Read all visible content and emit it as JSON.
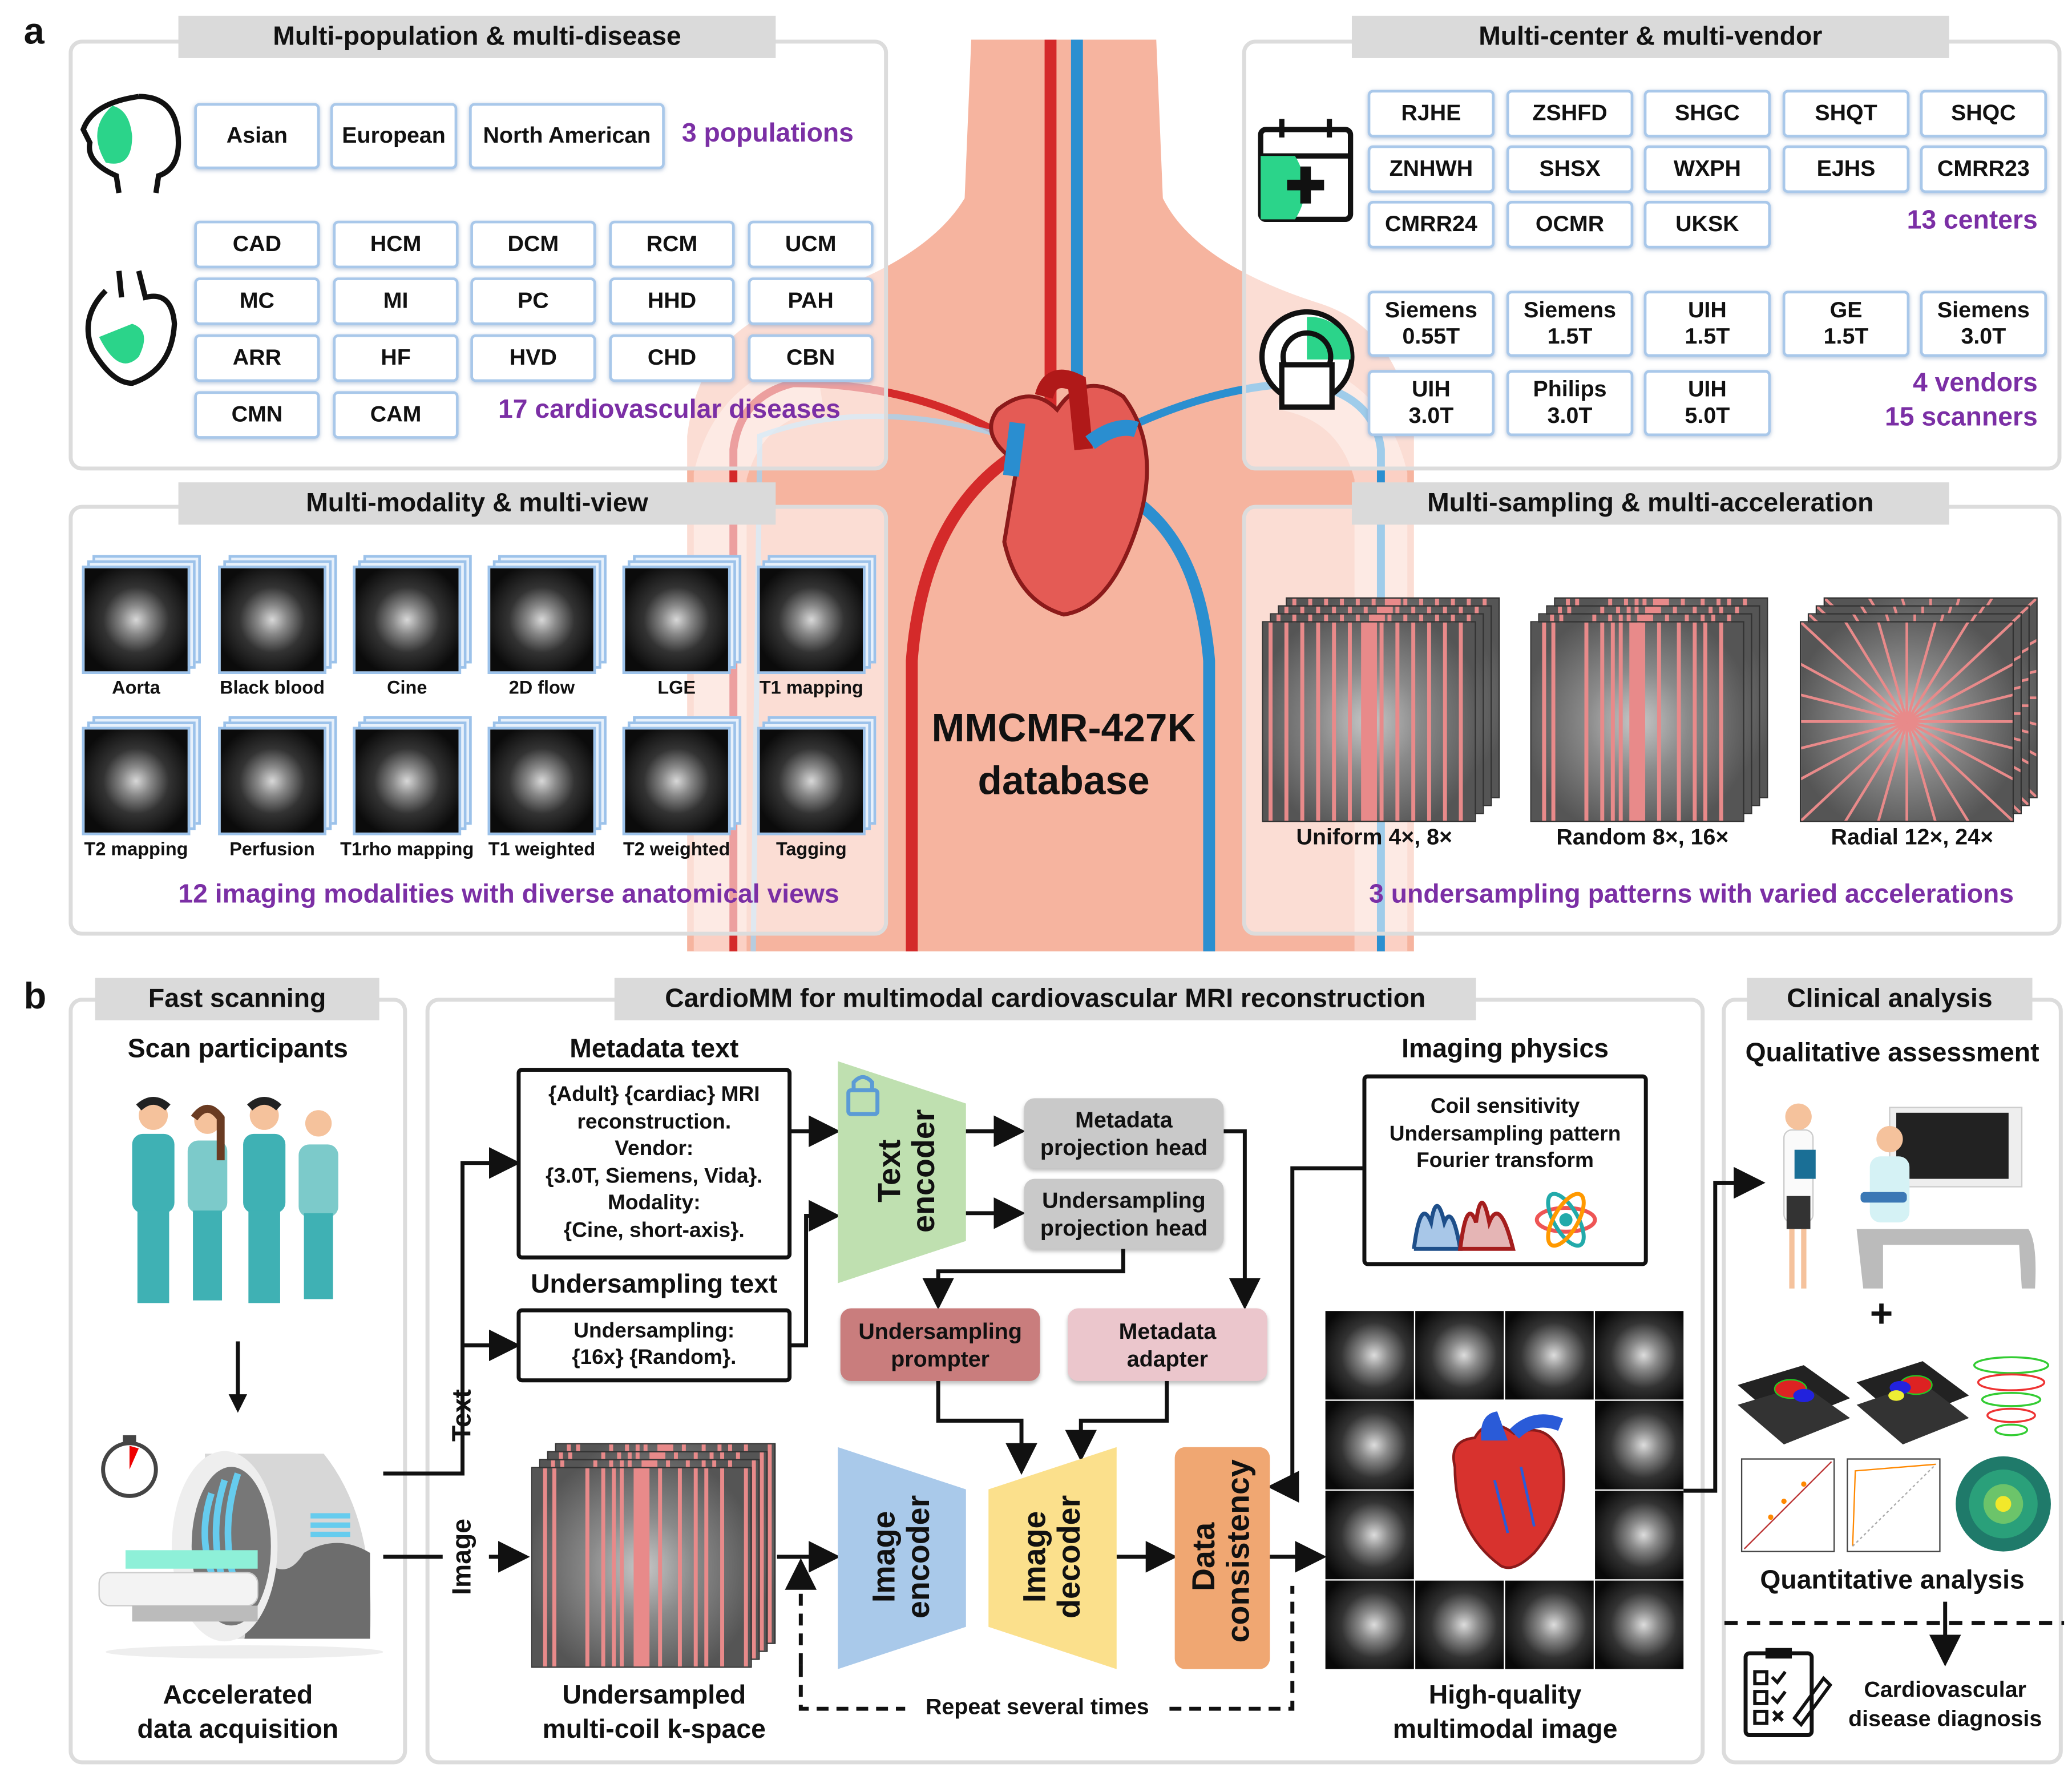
{
  "panel_a": {
    "label": "a",
    "populations": {
      "title": "Multi-population & multi-disease",
      "items": [
        "Asian",
        "European",
        "North American"
      ],
      "summary": "3 populations",
      "diseases": [
        "CAD",
        "HCM",
        "DCM",
        "RCM",
        "UCM",
        "MC",
        "MI",
        "PC",
        "HHD",
        "PAH",
        "ARR",
        "HF",
        "HVD",
        "CHD",
        "CBN",
        "CMN",
        "CAM"
      ],
      "disease_summary": "17 cardiovascular diseases"
    },
    "centers": {
      "title": "Multi-center & multi-vendor",
      "items": [
        "RJHE",
        "ZSHFD",
        "SHGC",
        "SHQT",
        "SHQC",
        "ZNHWH",
        "SHSX",
        "WXPH",
        "EJHS",
        "CMRR23",
        "CMRR24",
        "OCMR",
        "UKSK"
      ],
      "summary": "13 centers",
      "scanners": [
        [
          "Siemens",
          "0.55T"
        ],
        [
          "Siemens",
          "1.5T"
        ],
        [
          "UIH",
          "1.5T"
        ],
        [
          "GE",
          "1.5T"
        ],
        [
          "Siemens",
          "3.0T"
        ],
        [
          "UIH",
          "3.0T"
        ],
        [
          "Philips",
          "3.0T"
        ],
        [
          "UIH",
          "5.0T"
        ]
      ],
      "vendor_summary": "4 vendors",
      "scanner_summary": "15 scanners"
    },
    "modalities": {
      "title": "Multi-modality & multi-view",
      "items": [
        "Aorta",
        "Black blood",
        "Cine",
        "2D flow",
        "LGE",
        "T1 mapping",
        "T2 mapping",
        "Perfusion",
        "T1rho mapping",
        "T1 weighted",
        "T2 weighted",
        "Tagging"
      ],
      "summary": "12 imaging modalities with diverse anatomical views"
    },
    "sampling": {
      "title": "Multi-sampling & multi-acceleration",
      "patterns": [
        "Uniform 4×, 8×",
        "Random 8×, 16×",
        "Radial 12×, 24×"
      ],
      "summary": "3 undersampling patterns with varied accelerations"
    },
    "database": {
      "line1": "MMCMR-427K",
      "line2": "database"
    }
  },
  "panel_b": {
    "label": "b",
    "fast": {
      "title": "Fast scanning",
      "participants": "Scan participants",
      "acq1": "Accelerated",
      "acq2": "data acquisition"
    },
    "cardiomm": {
      "title": "CardioMM for multimodal cardiovascular MRI reconstruction",
      "metadata_title": "Metadata text",
      "metadata_lines": [
        "{Adult} {cardiac} MRI",
        "reconstruction.",
        "Vendor:",
        "{3.0T, Siemens, Vida}.",
        "Modality:",
        "{Cine, short-axis}."
      ],
      "us_title": "Undersampling text",
      "us_lines": [
        "Undersampling:",
        "{16x} {Random}."
      ],
      "text_label": "Text",
      "image_label": "Image",
      "text_encoder": [
        "Text",
        "encoder"
      ],
      "meta_head": [
        "Metadata",
        "projection head"
      ],
      "us_head": [
        "Undersampling",
        "projection head"
      ],
      "prompter": [
        "Undersampling",
        "prompter"
      ],
      "adapter": [
        "Metadata",
        "adapter"
      ],
      "image_encoder": [
        "Image",
        "encoder"
      ],
      "image_decoder": [
        "Image",
        "decoder"
      ],
      "dc": [
        "Data",
        "consistency"
      ],
      "kspace1": "Undersampled",
      "kspace2": "multi-coil k-space",
      "repeat": "Repeat several times",
      "physics_title": "Imaging physics",
      "physics_lines": [
        "Coil sensitivity",
        "Undersampling pattern",
        "Fourier transform"
      ],
      "hq1": "High-quality",
      "hq2": "multimodal image"
    },
    "clinical": {
      "title": "Clinical analysis",
      "qual": "Qualitative assessment",
      "plus": "+",
      "quant": "Quantitative analysis",
      "diag1": "Cardiovascular",
      "diag2": "disease diagnosis"
    }
  },
  "colors": {
    "purple": "#7b2fa5",
    "tag_border": "#a9c8ea",
    "body": "#f6b09a",
    "artery": "#d42a2a",
    "vein": "#2b8fd0",
    "text_encoder": "#bfe0b0",
    "image_encoder": "#a9c9ea",
    "image_decoder": "#fbe08c",
    "dc": "#f0a772",
    "prompter": "#c97d7d",
    "adapter": "#ebc6cc",
    "head": "#c9c9c9"
  }
}
